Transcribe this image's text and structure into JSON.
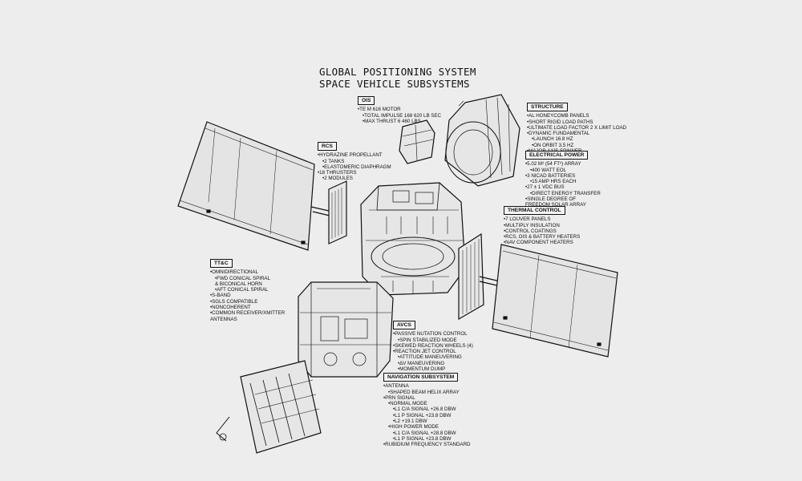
{
  "title": {
    "line1": "GLOBAL POSITIONING SYSTEM",
    "line2": "SPACE VEHICLE SUBSYSTEMS"
  },
  "subsystems": {
    "ois": {
      "header": "OIS",
      "items": [
        {
          "text": "TE M 616 MOTOR",
          "level": 0
        },
        {
          "text": "TOTAL IMPULSE 168 620 LB SEC",
          "level": 1
        },
        {
          "text": "MAX THRUST 6 460 LBS",
          "level": 1
        }
      ]
    },
    "structure": {
      "header": "STRUCTURE",
      "items": [
        {
          "text": "AL HONEYCOMB PANELS",
          "level": 0
        },
        {
          "text": "SHORT RIGID LOAD PATHS",
          "level": 0
        },
        {
          "text": "ULTIMATE LOAD FACTOR 2 X LIMIT LOAD",
          "level": 0
        },
        {
          "text": "DYNAMIC FUNDAMENTAL",
          "level": 0
        },
        {
          "text": "LAUNCH 16.8 HZ",
          "level": 1
        },
        {
          "text": "ON ORBIT  3.5 HZ",
          "level": 1
        },
        {
          "text": "MAJOR AXIS SPINNER",
          "level": 0
        }
      ]
    },
    "electrical_power": {
      "header": "ELECTRICAL POWER",
      "items": [
        {
          "text": "5.02 M² (54 FT²) ARRAY",
          "level": 0
        },
        {
          "text": "400 WATT EOL",
          "level": 1
        },
        {
          "text": "3 NICAD BATTERIES",
          "level": 0
        },
        {
          "text": "15 AMP HRS EACH",
          "level": 1
        },
        {
          "text": "27 ± 1 VDC BUS",
          "level": 0
        },
        {
          "text": "DIRECT ENERGY TRANSFER",
          "level": 1
        },
        {
          "text": "SINGLE DEGREE OF",
          "level": 0
        },
        {
          "text": "FREEDOM SOLAR ARRAY",
          "level": 0,
          "nobullet": true
        }
      ]
    },
    "rcs": {
      "header": "RCS",
      "items": [
        {
          "text": "HYDRAZINE PROPELLANT",
          "level": 0
        },
        {
          "text": "2 TANKS",
          "level": 1
        },
        {
          "text": "ELASTOMERIC DIAPHRAGM",
          "level": 1
        },
        {
          "text": "18 THRUSTERS",
          "level": 0
        },
        {
          "text": "2 MODULES",
          "level": 1
        }
      ]
    },
    "thermal_control": {
      "header": "THERMAL CONTROL",
      "items": [
        {
          "text": "7 LOUVER PANELS",
          "level": 0
        },
        {
          "text": "MULTIPLY INSULATION",
          "level": 0
        },
        {
          "text": "CONTROL COATINGS",
          "level": 0
        },
        {
          "text": "RCS, OIS & BATTERY HEATERS",
          "level": 0
        },
        {
          "text": "NAV COMPONENT HEATERS",
          "level": 0
        }
      ]
    },
    "ttc": {
      "header": "TT&C",
      "items": [
        {
          "text": "OMNIDIRECTIONAL",
          "level": 0
        },
        {
          "text": "FWD CONICAL SPIRAL",
          "level": 1
        },
        {
          "text": "& BICONICAL HORN",
          "level": 1,
          "nobullet": true
        },
        {
          "text": "AFT CONICAL SPIRAL",
          "level": 1
        },
        {
          "text": "S-BAND",
          "level": 0
        },
        {
          "text": "SGLS COMPATIBLE",
          "level": 0
        },
        {
          "text": "NONCOHERENT",
          "level": 0
        },
        {
          "text": "COMMON RECEIVER/XMITTER",
          "level": 0
        },
        {
          "text": "ANTENNAS",
          "level": 0,
          "nobullet": true
        }
      ]
    },
    "avcs": {
      "header": "AVCS",
      "items": [
        {
          "text": "PASSIVE NUTATION CONTROL",
          "level": 0
        },
        {
          "text": "SPIN STABILIZED MODE",
          "level": 1
        },
        {
          "text": "SKEWED REACTION WHEELS (4)",
          "level": 0
        },
        {
          "text": "REACTION JET CONTROL",
          "level": 0
        },
        {
          "text": "ATTITUDE MANEUVERING",
          "level": 1
        },
        {
          "text": "ΔV MANEUVERING",
          "level": 1
        },
        {
          "text": "MOMENTUM DUMP",
          "level": 1
        }
      ]
    },
    "navigation": {
      "header": "NAVIGATION SUBSYSTEM",
      "items": [
        {
          "text": "ANTENNA",
          "level": 0
        },
        {
          "text": "SHAPED BEAM HELIX ARRAY",
          "level": 1
        },
        {
          "text": "PRN SIGNAL",
          "level": 0
        },
        {
          "text": "NORMAL MODE",
          "level": 1
        },
        {
          "text": "L1 C/A SIGNAL   +26.8 DBW",
          "level": 2
        },
        {
          "text": "L1 P SIGNAL    +23.8 DBW",
          "level": 2
        },
        {
          "text": "L2        +19.1 DBW",
          "level": 2
        },
        {
          "text": "HIGH POWER MODE",
          "level": 1
        },
        {
          "text": "L1 C/A SIGNAL   +28.8 DBW",
          "level": 2
        },
        {
          "text": "L1 P SIGNAL    +23.8 DBW",
          "level": 2
        },
        {
          "text": "RUBIDIUM FREQUENCY STANDARD",
          "level": 0
        }
      ]
    }
  },
  "colors": {
    "background": "#ededed",
    "ink": "#111111"
  }
}
